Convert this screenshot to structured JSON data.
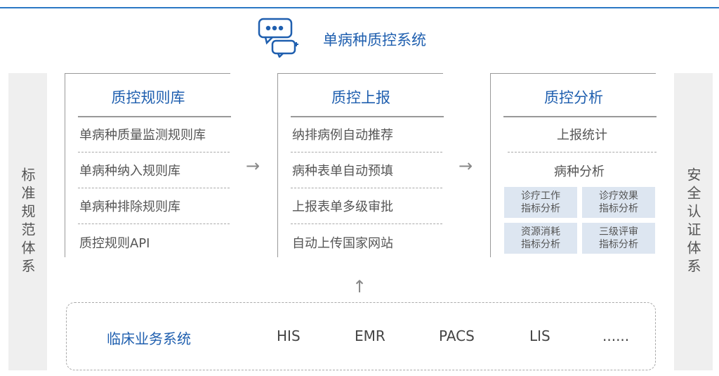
{
  "header": {
    "title": "单病种质控系统",
    "icon": "chat-bubbles-icon"
  },
  "left_side": "标准规范体系",
  "right_side": "安全认证体系",
  "panels": [
    {
      "title": "质控规则库",
      "items": [
        "单病种质量监测规则库",
        "单病种纳入规则库",
        "单病种排除规则库",
        "质控规则API"
      ]
    },
    {
      "title": "质控上报",
      "items": [
        "纳排病例自动推荐",
        "病种表单自动预填",
        "上报表单多级审批",
        "自动上传国家网站"
      ]
    },
    {
      "title": "质控分析",
      "items": [
        "上报统计",
        "病种分析"
      ],
      "boxes": [
        [
          "诊疗工作",
          "指标分析"
        ],
        [
          "诊疗效果",
          "指标分析"
        ],
        [
          "资源消耗",
          "指标分析"
        ],
        [
          "三级评审",
          "指标分析"
        ]
      ]
    }
  ],
  "bottom": {
    "label": "临床业务系统",
    "systems": [
      "HIS",
      "EMR",
      "PACS",
      "LIS",
      "......"
    ]
  },
  "colors": {
    "accent": "#1f5faf",
    "box": "#dde6f1"
  }
}
